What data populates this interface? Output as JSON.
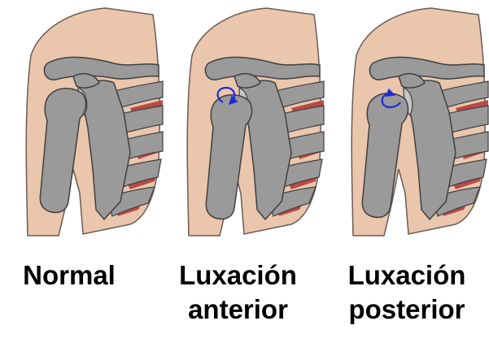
{
  "colors": {
    "skin": "#eac6ad",
    "skin_outline": "#6b5b55",
    "bone": "#9a9a9a",
    "bone_light": "#c6c6c6",
    "bone_outline": "#3f3f3f",
    "muscle": "#b84a45",
    "arrow": "#1f2bd6"
  },
  "panels": [
    {
      "label_lines": [
        "Normal"
      ],
      "state": "normal",
      "arrow_icon": ""
    },
    {
      "label_lines": [
        "Luxación",
        "anterior"
      ],
      "state": "anterior",
      "arrow_icon": "curved-arrow-clockwise-icon"
    },
    {
      "label_lines": [
        "Luxación",
        "posterior"
      ],
      "state": "posterior",
      "arrow_icon": "curved-arrow-counterclockwise-icon"
    }
  ]
}
